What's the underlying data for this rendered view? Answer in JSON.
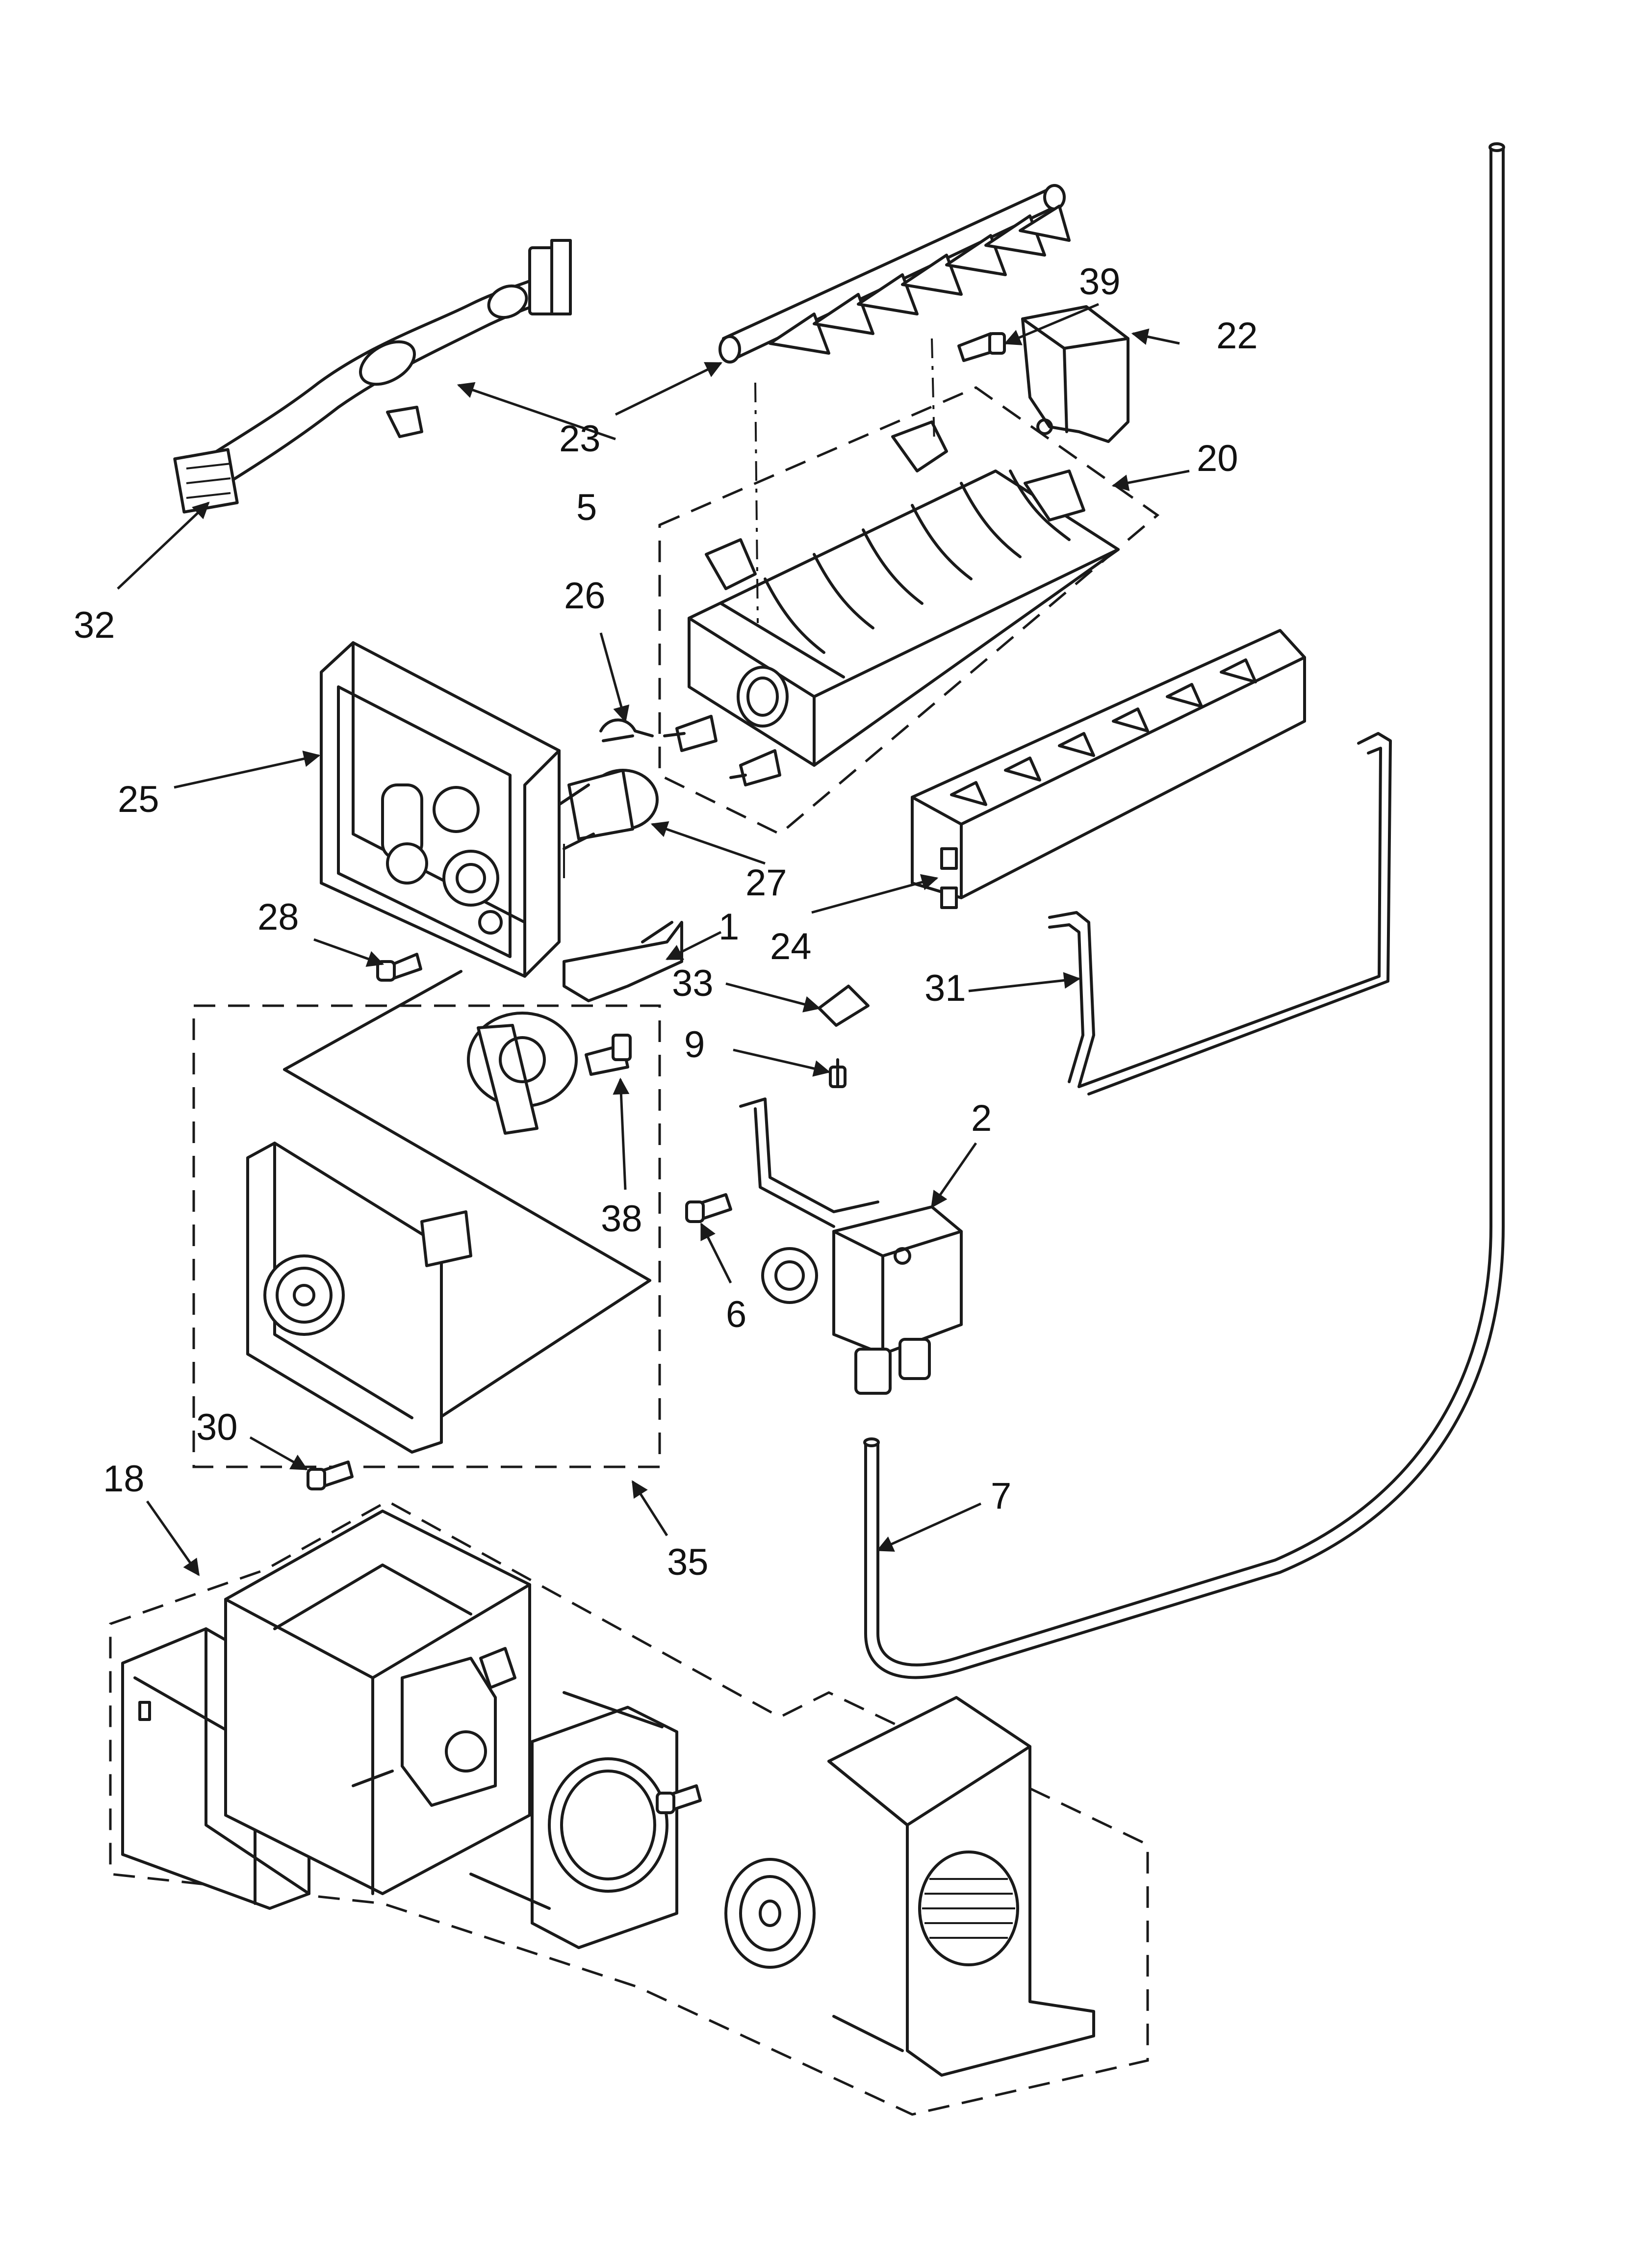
{
  "callouts": {
    "c1": "1",
    "c2": "2",
    "c5": "5",
    "c6": "6",
    "c7": "7",
    "c9": "9",
    "c18": "18",
    "c20": "20",
    "c22": "22",
    "c23": "23",
    "c24": "24",
    "c25": "25",
    "c26": "26",
    "c27": "27",
    "c28": "28",
    "c30": "30",
    "c31": "31",
    "c32": "32",
    "c33": "33",
    "c35": "35",
    "c38": "38",
    "c39": "39"
  }
}
